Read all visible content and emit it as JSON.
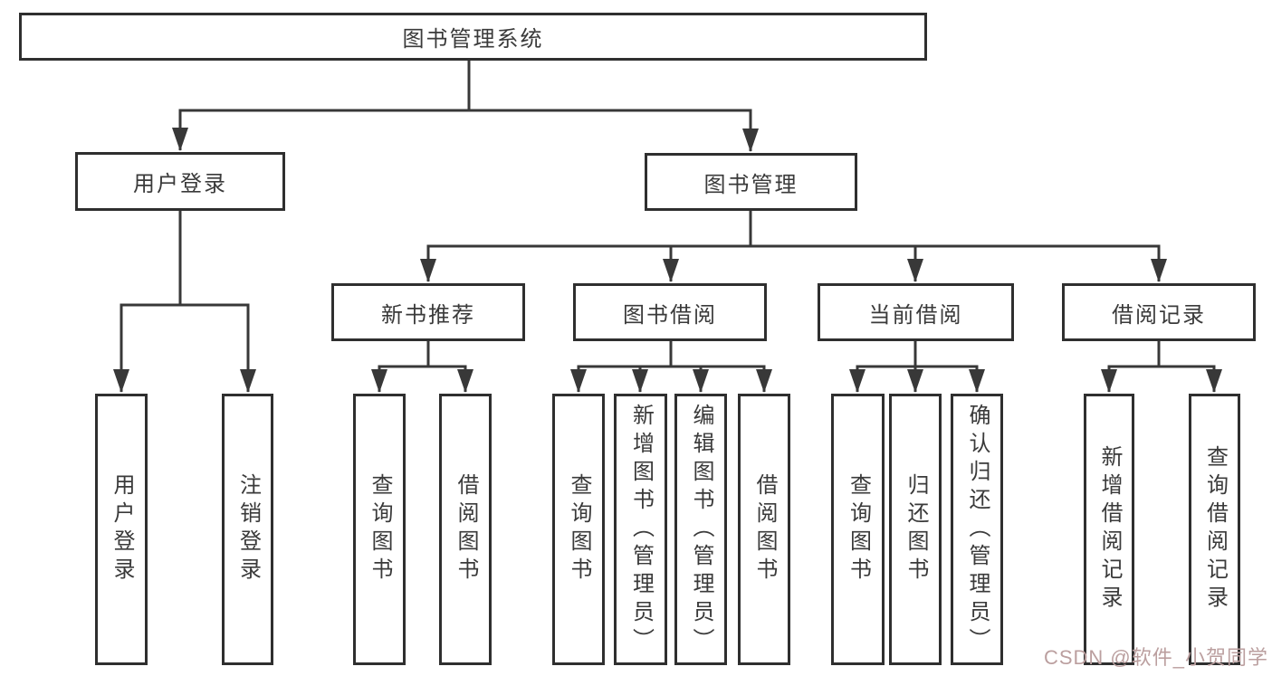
{
  "diagram": {
    "root": {
      "label": "图书管理系统"
    },
    "branches": [
      {
        "label": "用户登录",
        "children": [
          {
            "label": "用户登录"
          },
          {
            "label": "注销登录"
          }
        ]
      },
      {
        "label": "图书管理",
        "children": [
          {
            "label": "新书推荐",
            "children": [
              {
                "label": "查询图书"
              },
              {
                "label": "借阅图书"
              }
            ]
          },
          {
            "label": "图书借阅",
            "children": [
              {
                "label": "查询图书"
              },
              {
                "label": "新增图书（管理员）"
              },
              {
                "label": "编辑图书（管理员）"
              },
              {
                "label": "借阅图书"
              }
            ]
          },
          {
            "label": "当前借阅",
            "children": [
              {
                "label": "查询图书"
              },
              {
                "label": "归还图书"
              },
              {
                "label": "确认归还（管理员）"
              }
            ]
          },
          {
            "label": "借阅记录",
            "children": [
              {
                "label": "新增借阅记录"
              },
              {
                "label": "查询借阅记录"
              }
            ]
          }
        ]
      }
    ],
    "watermark": "CSDN @软件_小贺同学",
    "colors": {
      "line": "#383838",
      "box_border": "#2f2f2f",
      "box_background": "#ffffff",
      "text": "#3a3a3a",
      "watermark": "#bb9f9f"
    }
  }
}
